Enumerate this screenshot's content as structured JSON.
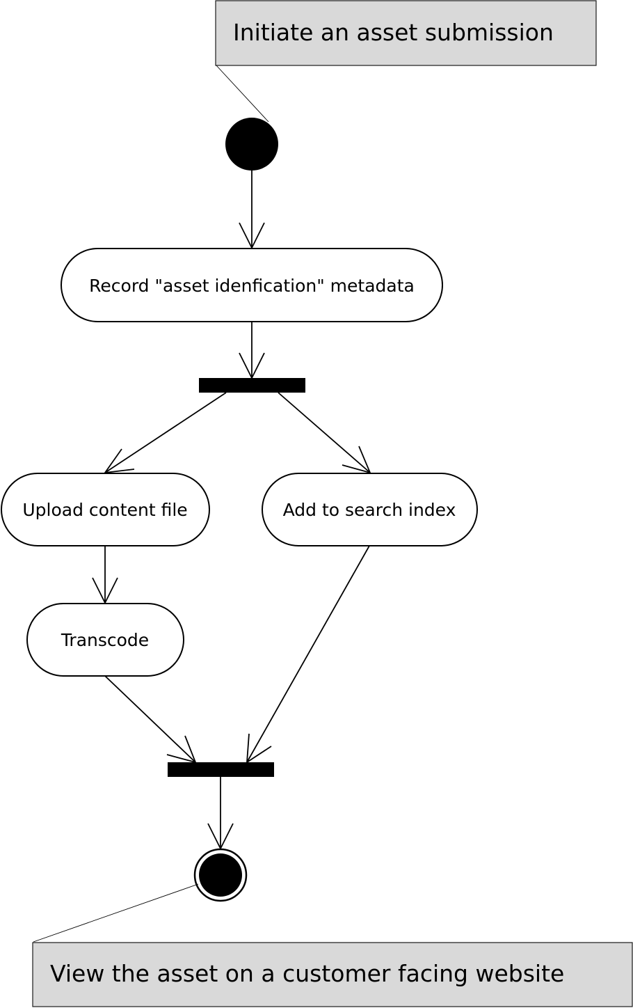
{
  "notes": {
    "start": "Initiate an asset submission",
    "end": "View the asset on a customer facing website"
  },
  "actions": {
    "record_metadata": "Record \"asset idenfication\" metadata",
    "upload_content": "Upload content file",
    "add_search_index": "Add to search index",
    "transcode": "Transcode"
  },
  "colors": {
    "note_fill": "#d9d9d9",
    "node_fill": "#000000",
    "action_fill": "#ffffff"
  }
}
